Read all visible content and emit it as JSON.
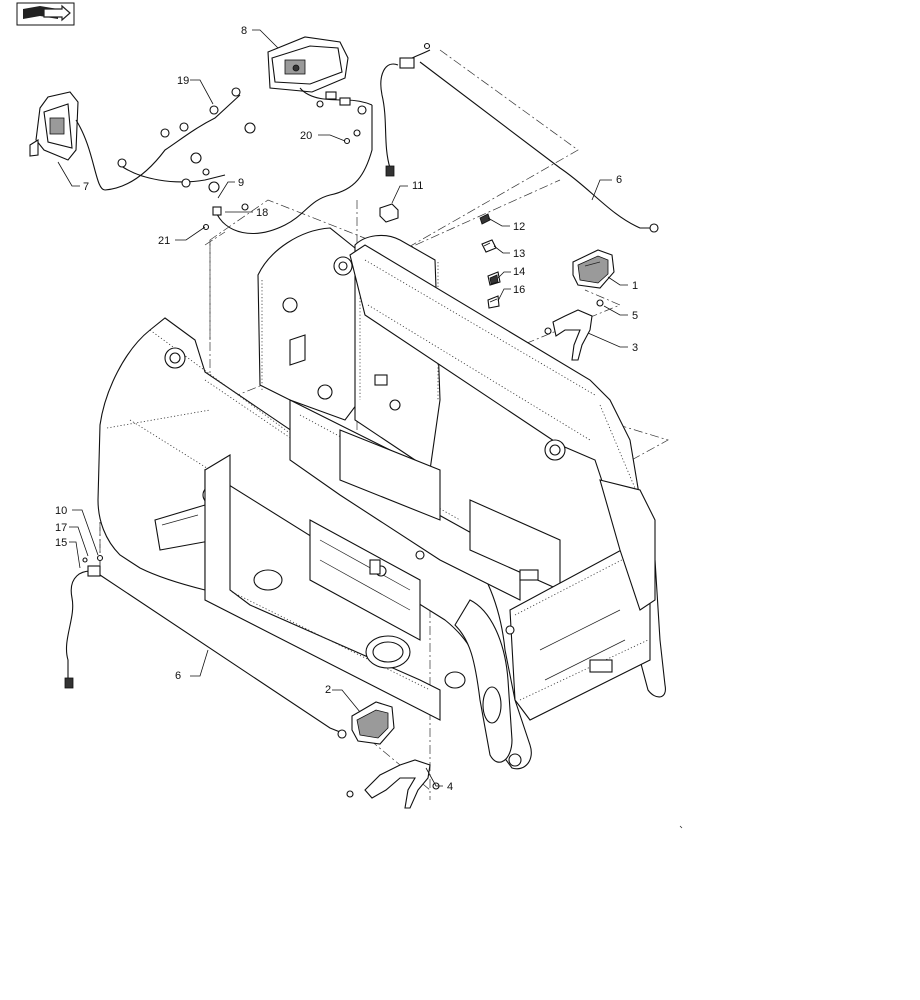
{
  "navigation": {
    "icon": "book-arrow-icon"
  },
  "callouts": [
    {
      "id": "c1",
      "label": "1"
    },
    {
      "id": "c2",
      "label": "2"
    },
    {
      "id": "c3",
      "label": "3"
    },
    {
      "id": "c4",
      "label": "4"
    },
    {
      "id": "c5",
      "label": "5"
    },
    {
      "id": "c6a",
      "label": "6"
    },
    {
      "id": "c6b",
      "label": "6"
    },
    {
      "id": "c7",
      "label": "7"
    },
    {
      "id": "c8",
      "label": "8"
    },
    {
      "id": "c9",
      "label": "9"
    },
    {
      "id": "c10",
      "label": "10"
    },
    {
      "id": "c11",
      "label": "11"
    },
    {
      "id": "c12",
      "label": "12"
    },
    {
      "id": "c13",
      "label": "13"
    },
    {
      "id": "c14",
      "label": "14"
    },
    {
      "id": "c15",
      "label": "15"
    },
    {
      "id": "c16",
      "label": "16"
    },
    {
      "id": "c17",
      "label": "17"
    },
    {
      "id": "c18",
      "label": "18"
    },
    {
      "id": "c19",
      "label": "19"
    },
    {
      "id": "c20",
      "label": "20"
    },
    {
      "id": "c21",
      "label": "21"
    }
  ]
}
